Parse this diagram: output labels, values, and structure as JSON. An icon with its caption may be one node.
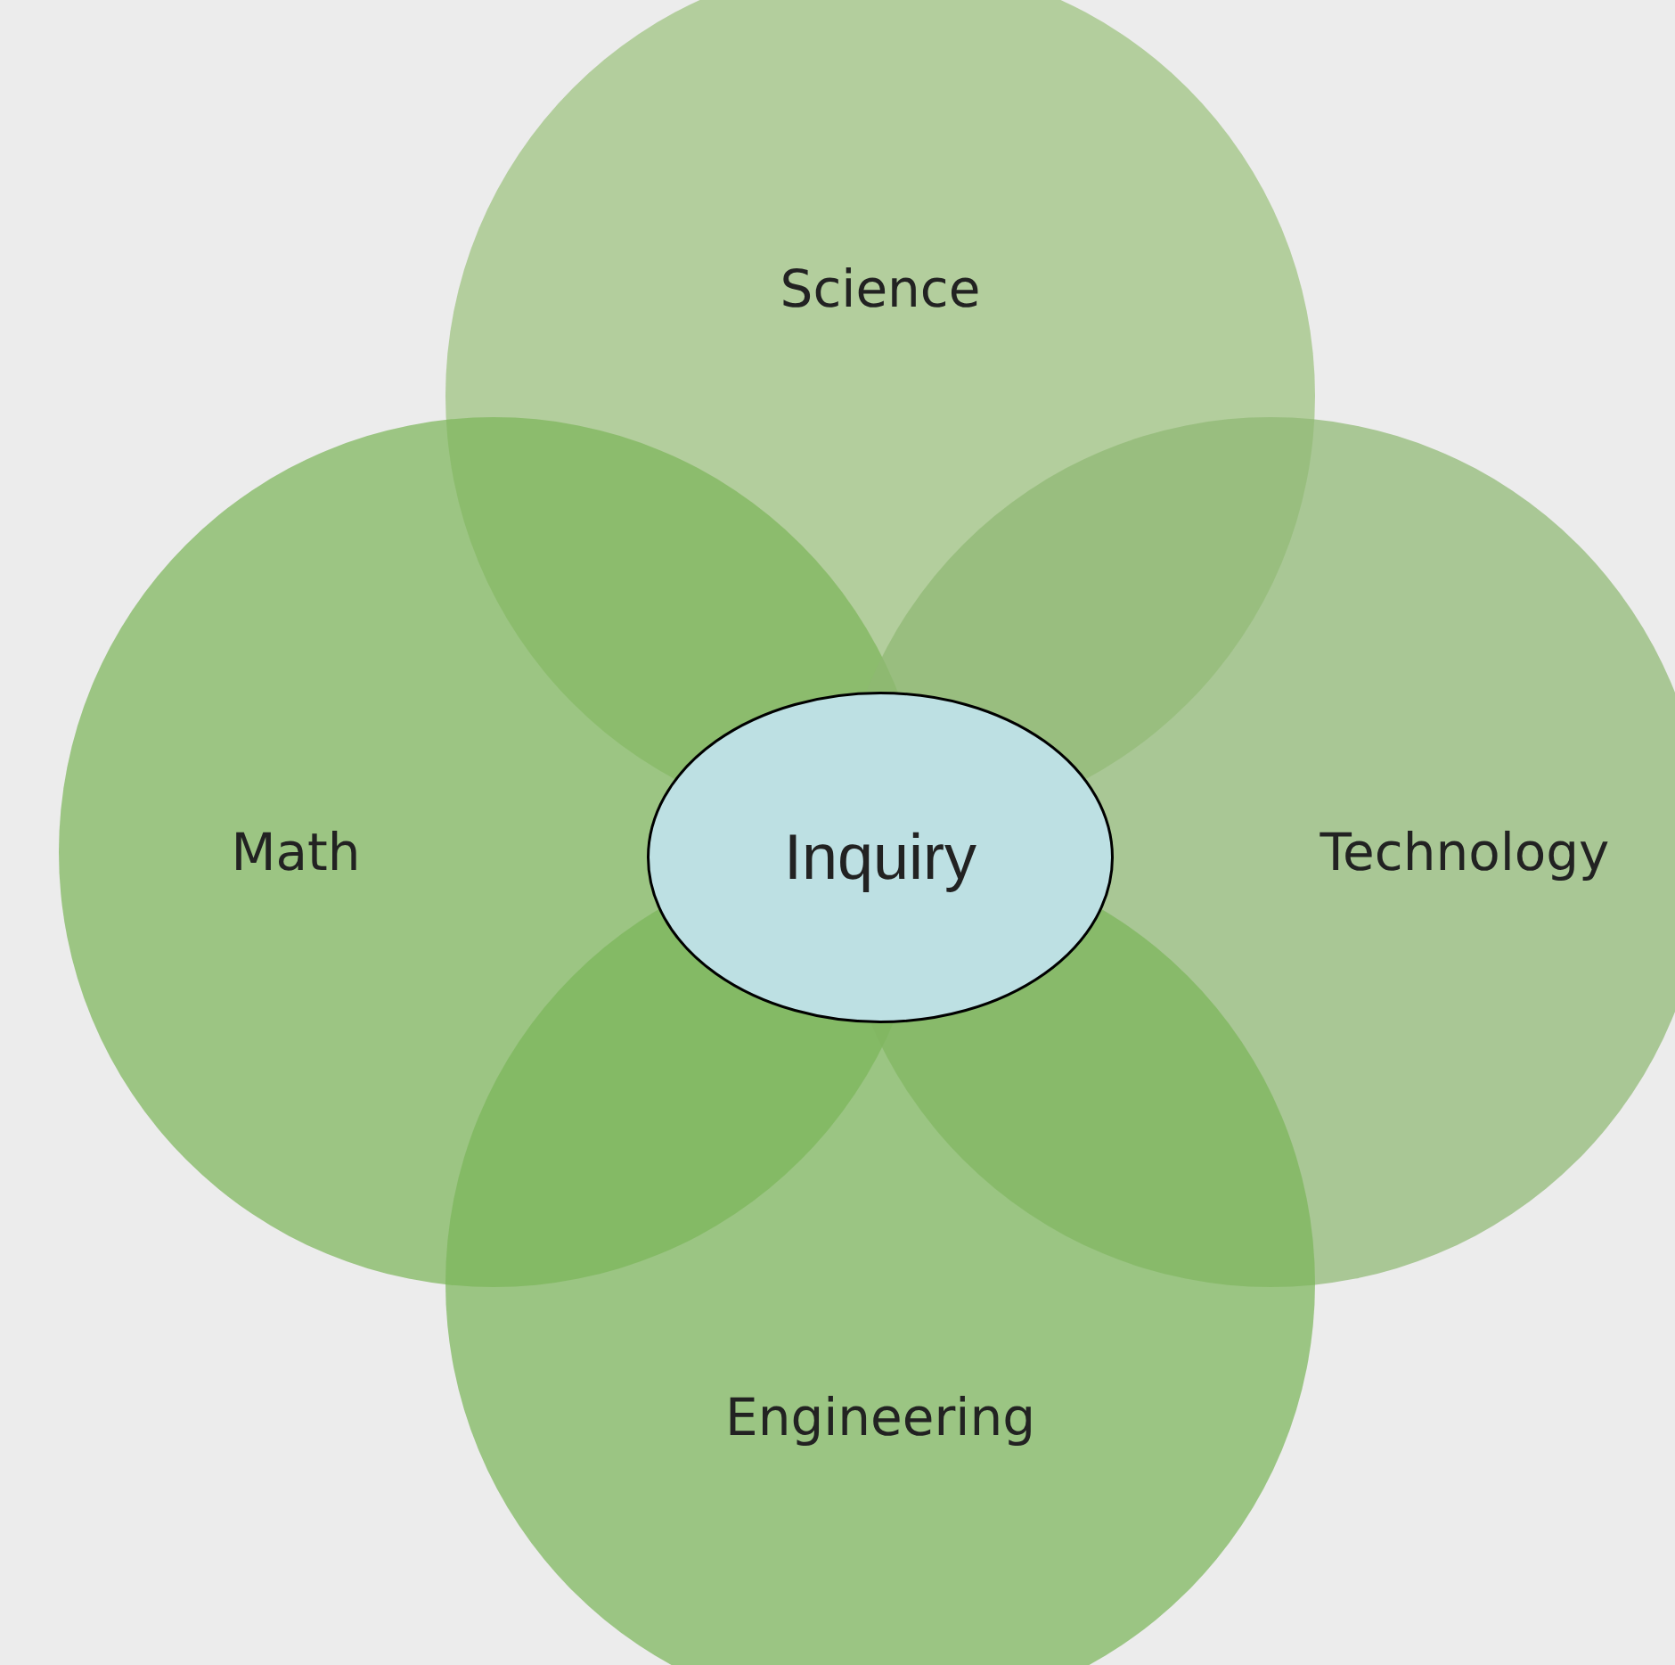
{
  "diagram": {
    "nodes": [
      {
        "text": [
          "Science"
        ]
      },
      {
        "text": [
          "Math"
        ]
      },
      {
        "text": [
          "Technology"
        ]
      },
      {
        "text": [
          "Engineering"
        ]
      },
      {
        "text": [
          "Inquiry"
        ]
      }
    ]
  }
}
